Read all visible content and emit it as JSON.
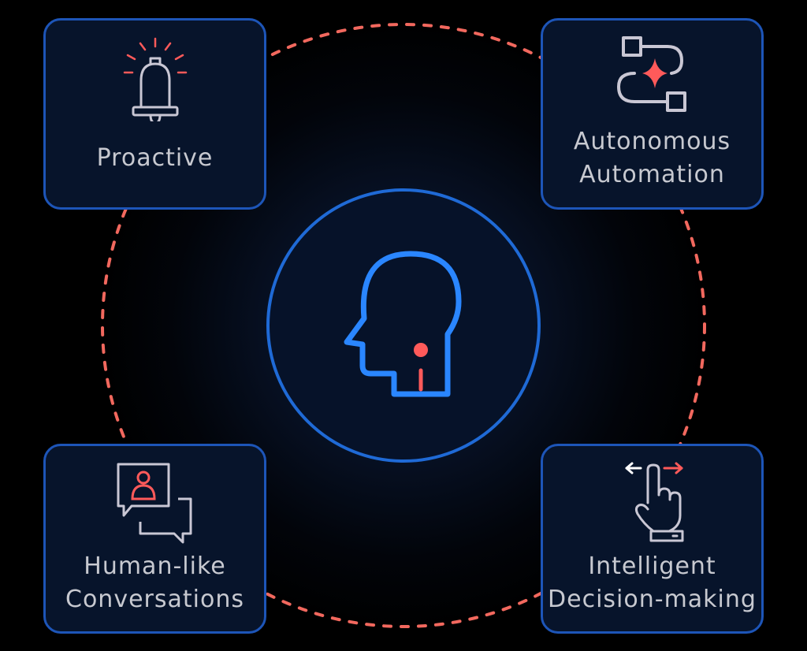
{
  "colors": {
    "background": "#000000",
    "card_border": "#1d55b8",
    "card_fill": "#07142b",
    "center_ring": "#1f6ad6",
    "head_stroke": "#2a86ff",
    "accent": "#ff5a5a",
    "dashed_ring": "#f2685e",
    "label_text": "#c7c9d0",
    "icon_gray": "#c9c7d4"
  },
  "center": {
    "icon": "head-icon"
  },
  "cards": {
    "top_left": {
      "icon": "bell-icon",
      "lines": [
        "Proactive"
      ]
    },
    "top_right": {
      "icon": "workflow-icon",
      "lines": [
        "Autonomous",
        "Automation"
      ]
    },
    "bottom_left": {
      "icon": "chat-icon",
      "lines": [
        "Human-like",
        "Conversations"
      ]
    },
    "bottom_right": {
      "icon": "hand-swipe-icon",
      "lines": [
        "Intelligent",
        "Decision-making"
      ]
    }
  }
}
